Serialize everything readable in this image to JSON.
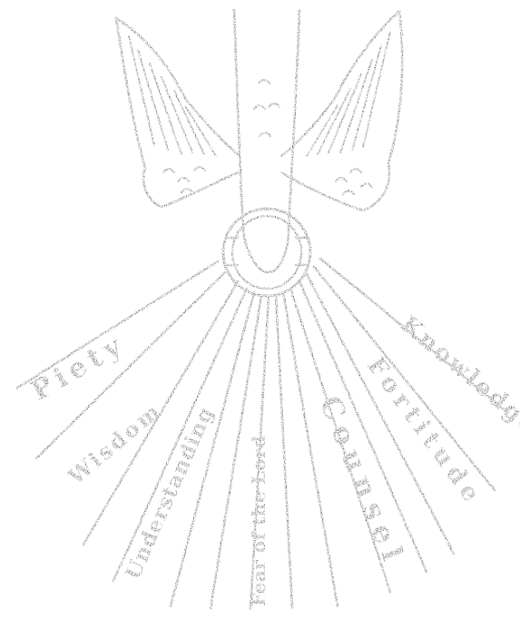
{
  "illustration": {
    "gifts": [
      {
        "key": "piety",
        "label": "Piety"
      },
      {
        "key": "wisdom",
        "label": "Wisdom"
      },
      {
        "key": "understanding",
        "label": "Understanding"
      },
      {
        "key": "fear",
        "label": "Fear of the Lord"
      },
      {
        "key": "counsel",
        "label": "Counsel"
      },
      {
        "key": "fortitude",
        "label": "Fortitude"
      },
      {
        "key": "knowledge",
        "label": "Knowledge"
      }
    ],
    "ink_color": "#1a1a1a",
    "paper_color": "#ffffff"
  }
}
